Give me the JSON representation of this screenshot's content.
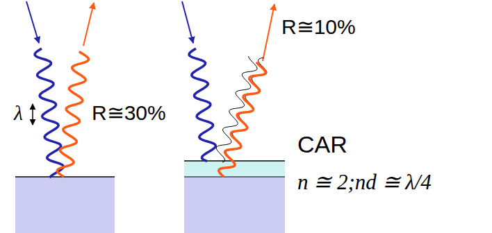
{
  "diagram": {
    "labels": [
      "λ",
      "R≅30%",
      "R≅10%",
      "CAR",
      "n ≅ 2;nd ≅ λ/4"
    ]
  }
}
